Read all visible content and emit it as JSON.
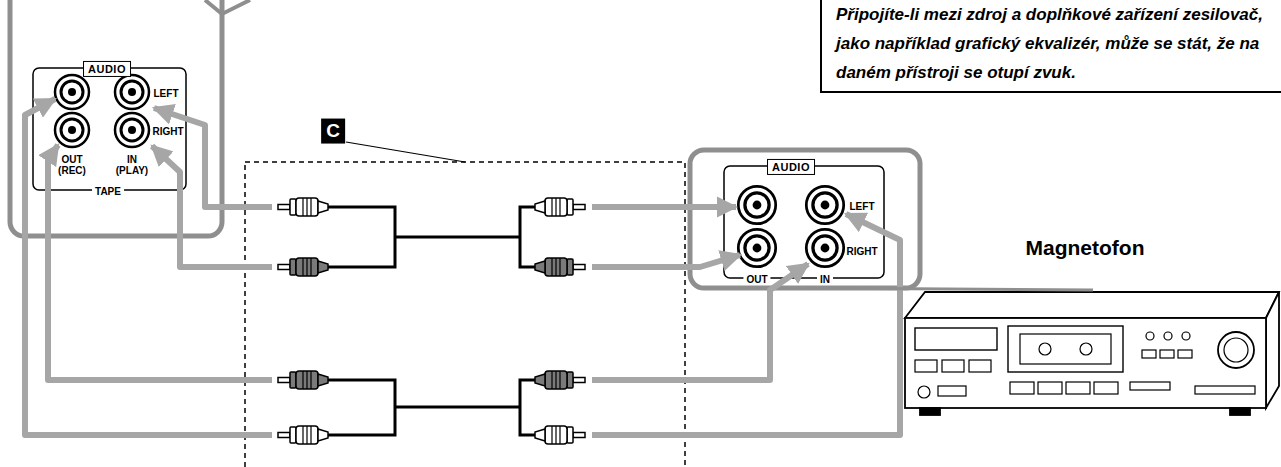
{
  "diagram": {
    "nodes": [
      {
        "text": [
          "AUDIO"
        ]
      },
      {
        "text": [
          "Připojíte-li mezi zdroj a doplňkové zařízení zesilovač, jako například grafický ekvalizér, může se stát, že na daném přístroji se otupí zvuk."
        ]
      },
      {
        "text": [
          "AUDIO"
        ]
      },
      {
        "text": [
          "Magnetofon"
        ]
      }
    ],
    "edges": [
      {
        "from": 2,
        "to": 3,
        "arrow": "none"
      }
    ],
    "labels": [
      "LEFT",
      "RIGHT",
      "OUT (REC)",
      "IN (PLAY)",
      "TAPE",
      "C",
      "LEFT",
      "RIGHT",
      "OUT",
      "IN"
    ]
  }
}
